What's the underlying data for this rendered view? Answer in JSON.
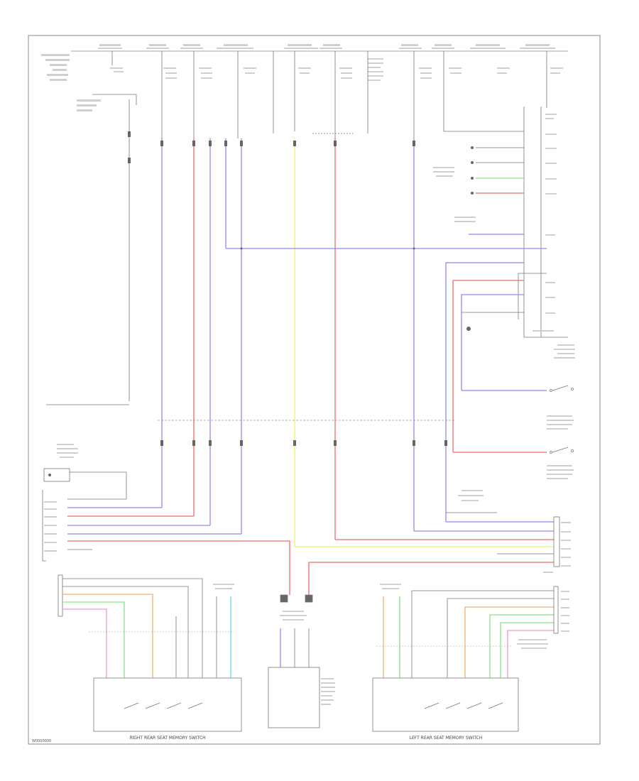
{
  "figure_code": "W0000000",
  "components": {
    "right_seat_switch": "RIGHT REAR SEAT MEMORY SWITCH",
    "left_seat_switch": "LEFT REAR SEAT MEMORY SWITCH"
  },
  "colors": {
    "blue": "#8c8cf2",
    "red": "#f26a6a",
    "yellow": "#f2f266",
    "green": "#8ce08c",
    "orange": "#f2b070",
    "pink": "#f29ac8",
    "cyan": "#66dce8",
    "black": "#555555"
  }
}
